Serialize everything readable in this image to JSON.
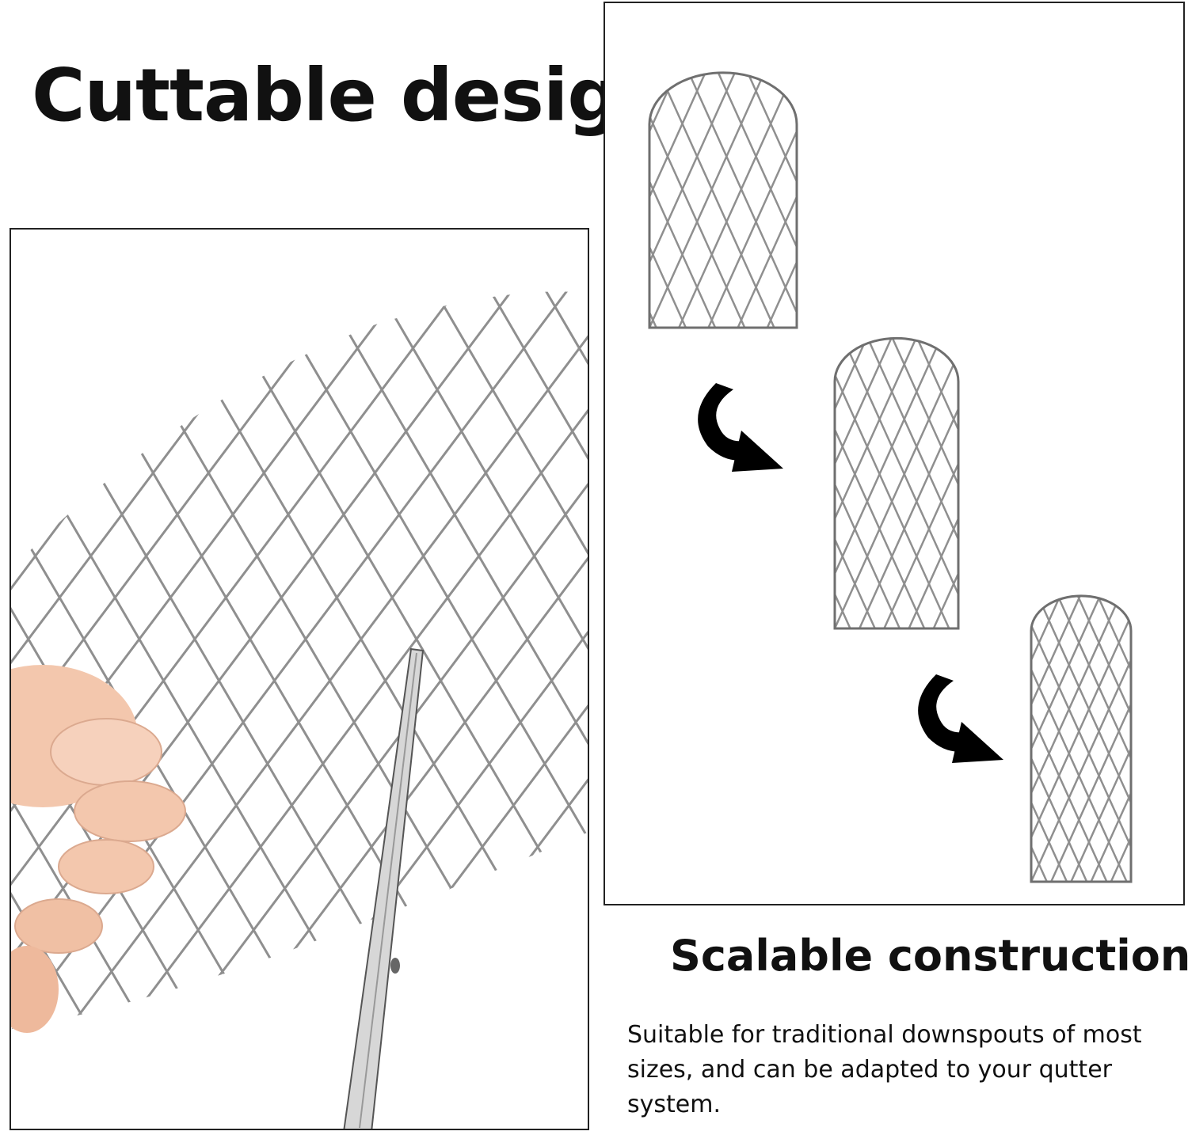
{
  "left": {
    "title": "Cuttable design",
    "image_icon": "mesh-cutting-photo"
  },
  "right": {
    "image_icon": "mesh-sizes-illustration",
    "arrow_icon": "curved-arrow-icon",
    "title": "Scalable construction",
    "description": "Suitable for traditional downspouts of most sizes, and can be adapted to your qutter system."
  },
  "colors": {
    "text": "#111111",
    "border": "#222222",
    "mesh": "#8f8f8f",
    "arrow": "#000000",
    "skin": "#f3c7ad"
  }
}
